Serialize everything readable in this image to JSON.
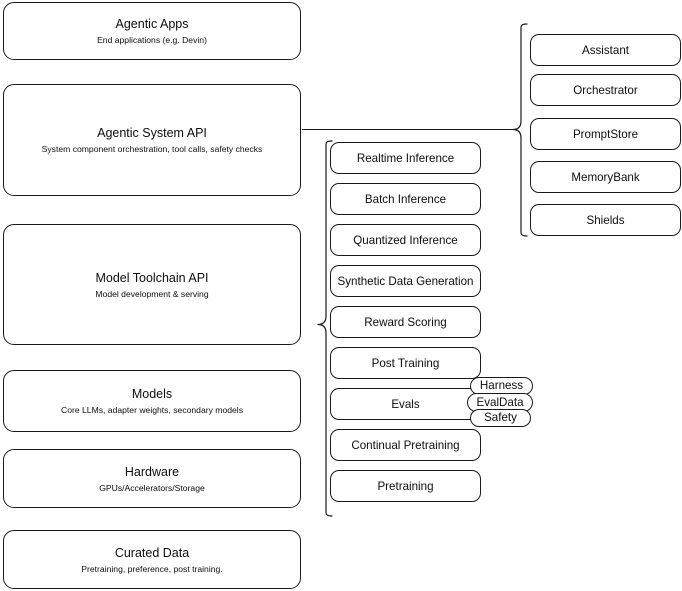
{
  "diagram": {
    "type": "layered-stack-architecture",
    "layers": [
      {
        "id": "agentic-apps",
        "title": "Agentic Apps",
        "subtitle": "End applications (e.g. Devin)"
      },
      {
        "id": "agentic-system-api",
        "title": "Agentic System API",
        "subtitle": "System component orchestration, tool calls, safety checks"
      },
      {
        "id": "model-toolchain-api",
        "title": "Model Toolchain API",
        "subtitle": "Model development & serving"
      },
      {
        "id": "models",
        "title": "Models",
        "subtitle": "Core LLMs, adapter weights, secondary models"
      },
      {
        "id": "hardware",
        "title": "Hardware",
        "subtitle": "GPUs/Accelerators/Storage"
      },
      {
        "id": "curated-data",
        "title": "Curated Data",
        "subtitle": "Pretraining, preference, post training."
      }
    ],
    "toolchain_components": [
      {
        "id": "realtime-inference",
        "label": "Realtime Inference"
      },
      {
        "id": "batch-inference",
        "label": "Batch Inference"
      },
      {
        "id": "quantized-inference",
        "label": "Quantized Inference"
      },
      {
        "id": "synthetic-data-generation",
        "label": "Synthetic Data Generation"
      },
      {
        "id": "reward-scoring",
        "label": "Reward Scoring"
      },
      {
        "id": "post-training",
        "label": "Post Training"
      },
      {
        "id": "evals",
        "label": "Evals"
      },
      {
        "id": "continual-pretraining",
        "label": "Continual Pretraining"
      },
      {
        "id": "pretraining",
        "label": "Pretraining"
      }
    ],
    "evals_tags": [
      {
        "id": "harness",
        "label": "Harness"
      },
      {
        "id": "evaldata",
        "label": "EvalData"
      },
      {
        "id": "safety",
        "label": "Safety"
      }
    ],
    "system_components": [
      {
        "id": "assistant",
        "label": "Assistant"
      },
      {
        "id": "orchestrator",
        "label": "Orchestrator"
      },
      {
        "id": "promptstore",
        "label": "PromptStore"
      },
      {
        "id": "memorybank",
        "label": "MemoryBank"
      },
      {
        "id": "shields",
        "label": "Shields"
      }
    ],
    "colors": {
      "stroke": "#1a1a1a",
      "text": "#0d0d0d",
      "background": "#ffffff"
    }
  }
}
